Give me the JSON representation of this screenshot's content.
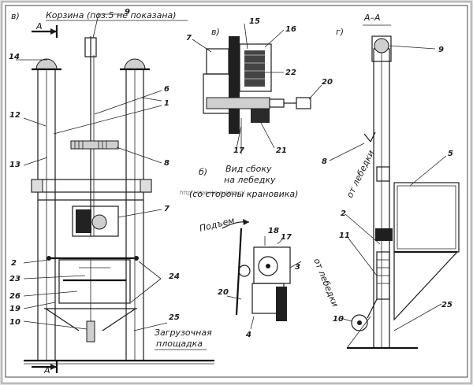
{
  "views": {
    "v_label": "в)",
    "b_label": "в)",
    "g_label": "г)",
    "side_label": "б)"
  },
  "captions": {
    "basket_note": "Корзина (поз.5 не показана)",
    "section_a_top": "А",
    "section_a_bottom": "А",
    "section_aa": "А–А",
    "side_view_line1": "Вид сбоку",
    "side_view_line2": "на лебедку",
    "side_view_line3": "(со стороны крановика)",
    "lift_arrow": "Подъем",
    "to_winch_1": "от лебедки",
    "to_winch_2": "от лебедки",
    "loading_line1": "Загрузочная",
    "loading_line2": "площадка",
    "watermark": "http://stakaka.ru/pravo/...."
  },
  "callouts_main": [
    "14",
    "9",
    "6",
    "1",
    "12",
    "13",
    "8",
    "7",
    "2",
    "23",
    "26",
    "19",
    "10",
    "24",
    "25"
  ],
  "callouts_b": [
    "15",
    "16",
    "7",
    "22",
    "20",
    "17",
    "21"
  ],
  "callouts_side": [
    "18",
    "17",
    "3",
    "20",
    "4"
  ],
  "callouts_g": [
    "9",
    "8",
    "5",
    "2",
    "11",
    "10",
    "25"
  ]
}
